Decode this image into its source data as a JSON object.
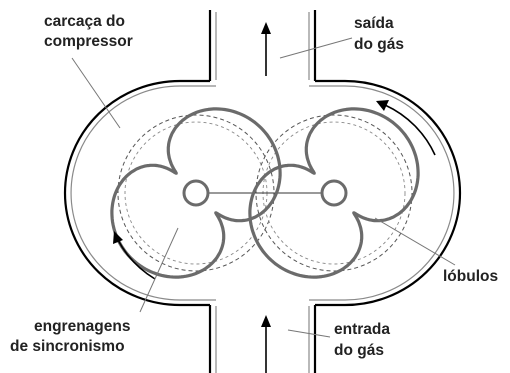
{
  "labels": {
    "casing_line1": "carcaça do",
    "casing_line2": "compressor",
    "outlet_line1": "saída",
    "outlet_line2": "do gás",
    "lobes": "lóbulos",
    "gears_line1": "engrenagens",
    "gears_line2": "de sincronismo",
    "inlet_line1": "entrada",
    "inlet_line2": "do gás"
  },
  "icons": [
    "flow-up-arrow-icon",
    "rotation-arrow-icon"
  ]
}
